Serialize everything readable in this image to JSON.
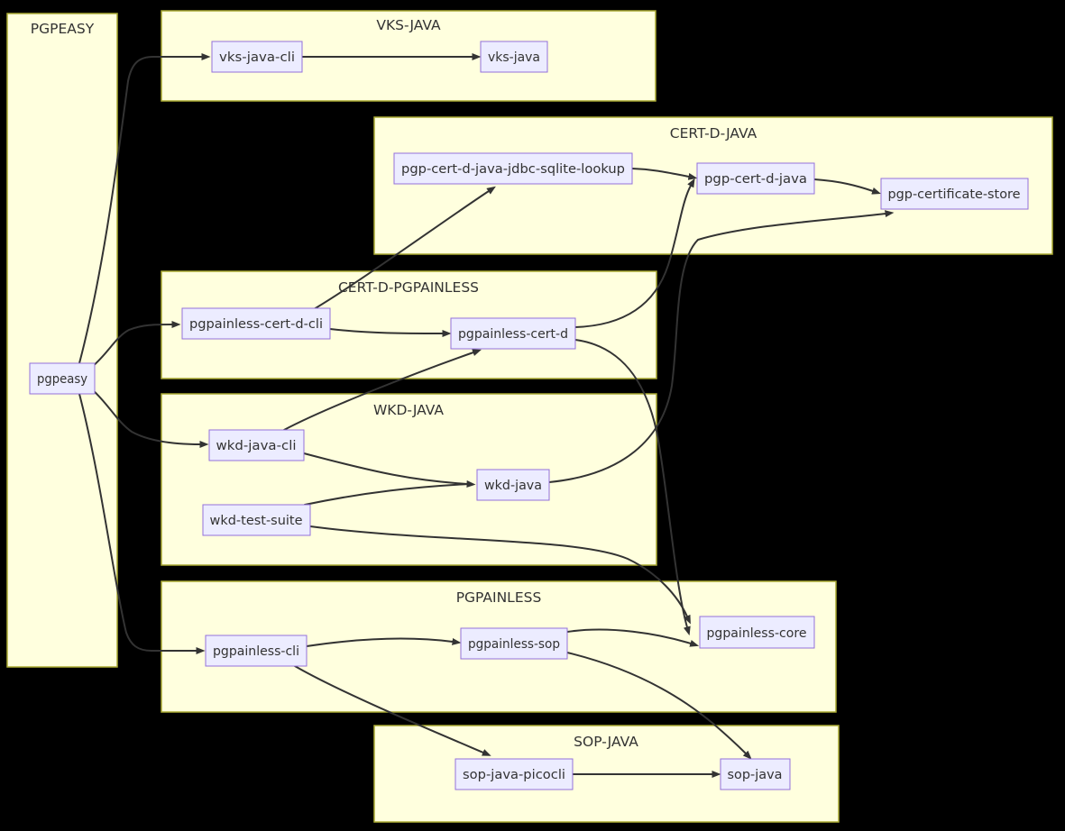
{
  "diagram": {
    "type": "flowchart-dependency-graph",
    "background_color": "#000000",
    "cluster_fill": "#ffffde",
    "cluster_border": "#aaaa33",
    "node_fill": "#ECECFF",
    "node_border": "#9370DB",
    "edge_color": "#333333",
    "text_color": "#333333"
  },
  "clusters": {
    "pgpeasy": {
      "label": "PGPEASY"
    },
    "vks-java": {
      "label": "VKS-JAVA"
    },
    "cert-d-java": {
      "label": "CERT-D-JAVA"
    },
    "cert-d-pgpainless": {
      "label": "CERT-D-PGPAINLESS"
    },
    "wkd-java": {
      "label": "WKD-JAVA"
    },
    "pgpainless": {
      "label": "PGPAINLESS"
    },
    "sop-java": {
      "label": "SOP-JAVA"
    }
  },
  "nodes": {
    "pgpeasy": {
      "label": "pgpeasy",
      "cluster": "PGPEASY"
    },
    "vks-java-cli": {
      "label": "vks-java-cli",
      "cluster": "VKS-JAVA"
    },
    "vks-java": {
      "label": "vks-java",
      "cluster": "VKS-JAVA"
    },
    "pgp-cert-d-java-jdbc-sqlite-lookup": {
      "label": "pgp-cert-d-java-jdbc-sqlite-lookup",
      "cluster": "CERT-D-JAVA"
    },
    "pgp-cert-d-java": {
      "label": "pgp-cert-d-java",
      "cluster": "CERT-D-JAVA"
    },
    "pgp-certificate-store": {
      "label": "pgp-certificate-store",
      "cluster": "CERT-D-JAVA"
    },
    "pgpainless-cert-d-cli": {
      "label": "pgpainless-cert-d-cli",
      "cluster": "CERT-D-PGPAINLESS"
    },
    "pgpainless-cert-d": {
      "label": "pgpainless-cert-d",
      "cluster": "CERT-D-PGPAINLESS"
    },
    "wkd-java-cli": {
      "label": "wkd-java-cli",
      "cluster": "WKD-JAVA"
    },
    "wkd-java": {
      "label": "wkd-java",
      "cluster": "WKD-JAVA"
    },
    "wkd-test-suite": {
      "label": "wkd-test-suite",
      "cluster": "WKD-JAVA"
    },
    "pgpainless-cli": {
      "label": "pgpainless-cli",
      "cluster": "PGPAINLESS"
    },
    "pgpainless-sop": {
      "label": "pgpainless-sop",
      "cluster": "PGPAINLESS"
    },
    "pgpainless-core": {
      "label": "pgpainless-core",
      "cluster": "PGPAINLESS"
    },
    "sop-java-picocli": {
      "label": "sop-java-picocli",
      "cluster": "SOP-JAVA"
    },
    "sop-java": {
      "label": "sop-java",
      "cluster": "SOP-JAVA"
    }
  },
  "edges": [
    {
      "from": "pgpeasy",
      "to": "vks-java-cli"
    },
    {
      "from": "pgpeasy",
      "to": "pgpainless-cert-d-cli"
    },
    {
      "from": "pgpeasy",
      "to": "wkd-java-cli"
    },
    {
      "from": "pgpeasy",
      "to": "pgpainless-cli"
    },
    {
      "from": "vks-java-cli",
      "to": "vks-java"
    },
    {
      "from": "pgp-cert-d-java-jdbc-sqlite-lookup",
      "to": "pgp-cert-d-java"
    },
    {
      "from": "pgp-cert-d-java",
      "to": "pgp-certificate-store"
    },
    {
      "from": "pgpainless-cert-d-cli",
      "to": "pgp-cert-d-java-jdbc-sqlite-lookup"
    },
    {
      "from": "pgpainless-cert-d-cli",
      "to": "pgpainless-cert-d"
    },
    {
      "from": "pgpainless-cert-d",
      "to": "pgp-cert-d-java"
    },
    {
      "from": "pgpainless-cert-d",
      "to": "pgpainless-core"
    },
    {
      "from": "wkd-java-cli",
      "to": "pgpainless-cert-d"
    },
    {
      "from": "wkd-java-cli",
      "to": "wkd-java"
    },
    {
      "from": "wkd-test-suite",
      "to": "wkd-java"
    },
    {
      "from": "wkd-test-suite",
      "to": "pgpainless-core"
    },
    {
      "from": "wkd-java",
      "to": "pgp-certificate-store"
    },
    {
      "from": "pgpainless-cli",
      "to": "pgpainless-sop"
    },
    {
      "from": "pgpainless-sop",
      "to": "pgpainless-core"
    },
    {
      "from": "pgpainless-cli",
      "to": "sop-java-picocli"
    },
    {
      "from": "pgpainless-sop",
      "to": "sop-java"
    },
    {
      "from": "sop-java-picocli",
      "to": "sop-java"
    }
  ]
}
